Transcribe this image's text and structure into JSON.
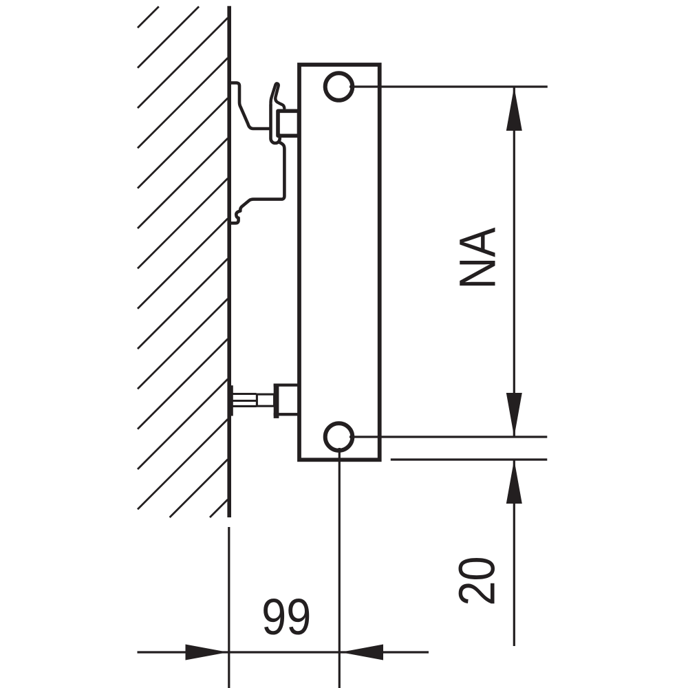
{
  "drawing": {
    "colors": {
      "ink": "#231f20",
      "paper": "#ffffff"
    },
    "dimensions": {
      "pipe_spacing": {
        "label": "NA"
      },
      "bottom_pipe_to_radiator_bottom": {
        "label": "20"
      },
      "wall_to_pipe_axis": {
        "label": "99"
      }
    }
  }
}
